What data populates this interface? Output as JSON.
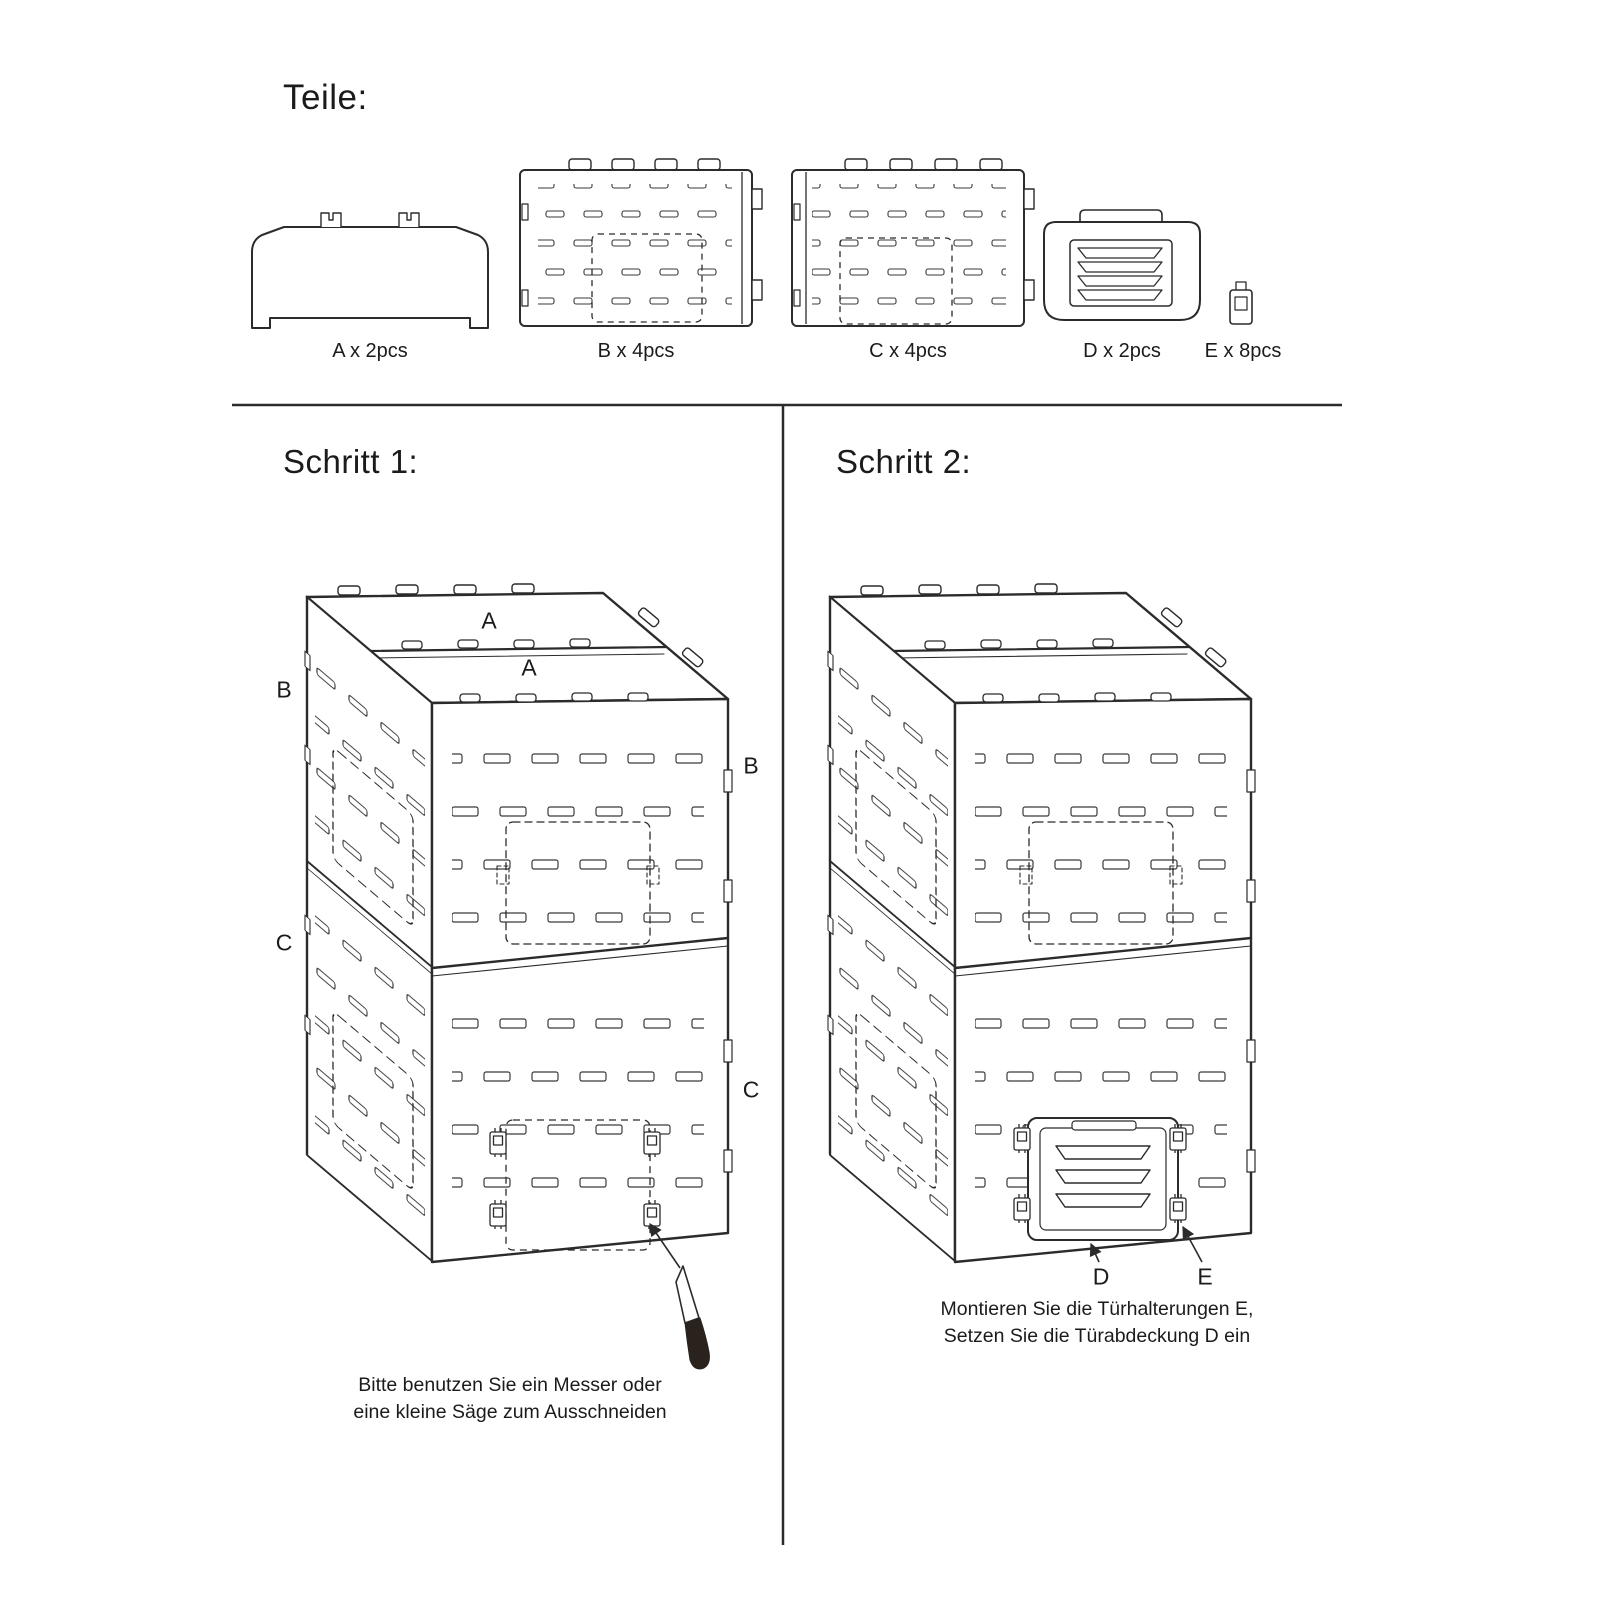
{
  "page": {
    "title": "Teile:",
    "ink_color": "#2b2b2b",
    "knife_handle_color": "#2a221c"
  },
  "parts": [
    {
      "id": "A",
      "label": "A x 2pcs"
    },
    {
      "id": "B",
      "label": "B x 4pcs"
    },
    {
      "id": "C",
      "label": "C x 4pcs"
    },
    {
      "id": "D",
      "label": "D x 2pcs"
    },
    {
      "id": "E",
      "label": "E x 8pcs"
    }
  ],
  "steps": [
    {
      "heading": "Schritt 1:",
      "callouts": [
        "A",
        "A",
        "B",
        "B",
        "C",
        "C"
      ],
      "note_lines": [
        "Bitte benutzen Sie ein Messer oder",
        "eine kleine Säge zum Ausschneiden"
      ]
    },
    {
      "heading": "Schritt 2:",
      "callouts": [
        "D",
        "E"
      ],
      "note_lines": [
        "Montieren Sie die Türhalterungen E,",
        "Setzen Sie die Türabdeckung D ein"
      ]
    }
  ],
  "icons": {
    "step1_tool": "utility-knife-icon"
  }
}
